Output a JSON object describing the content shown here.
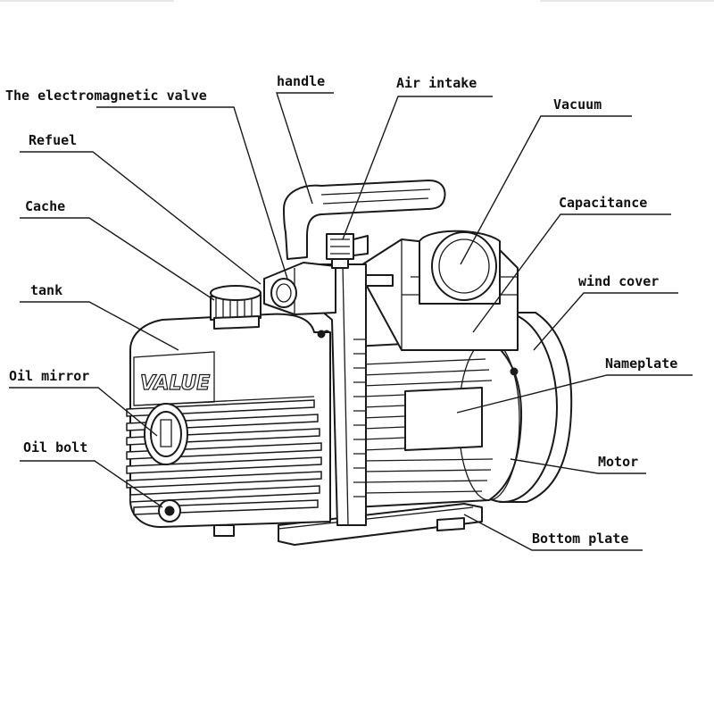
{
  "brand": "VALUE",
  "labels": {
    "electromagnetic_valve": "The electromagnetic valve",
    "handle": "handle",
    "air_intake": "Air intake",
    "vacuum": "Vacuum",
    "refuel": "Refuel",
    "capacitance": "Capacitance",
    "cache": "Cache",
    "tank": "tank",
    "wind_cover": "wind cover",
    "oil_mirror": "Oil mirror",
    "nameplate": "Nameplate",
    "oil_bolt": "Oil bolt",
    "motor": "Motor",
    "bottom_plate": "Bottom plate"
  }
}
